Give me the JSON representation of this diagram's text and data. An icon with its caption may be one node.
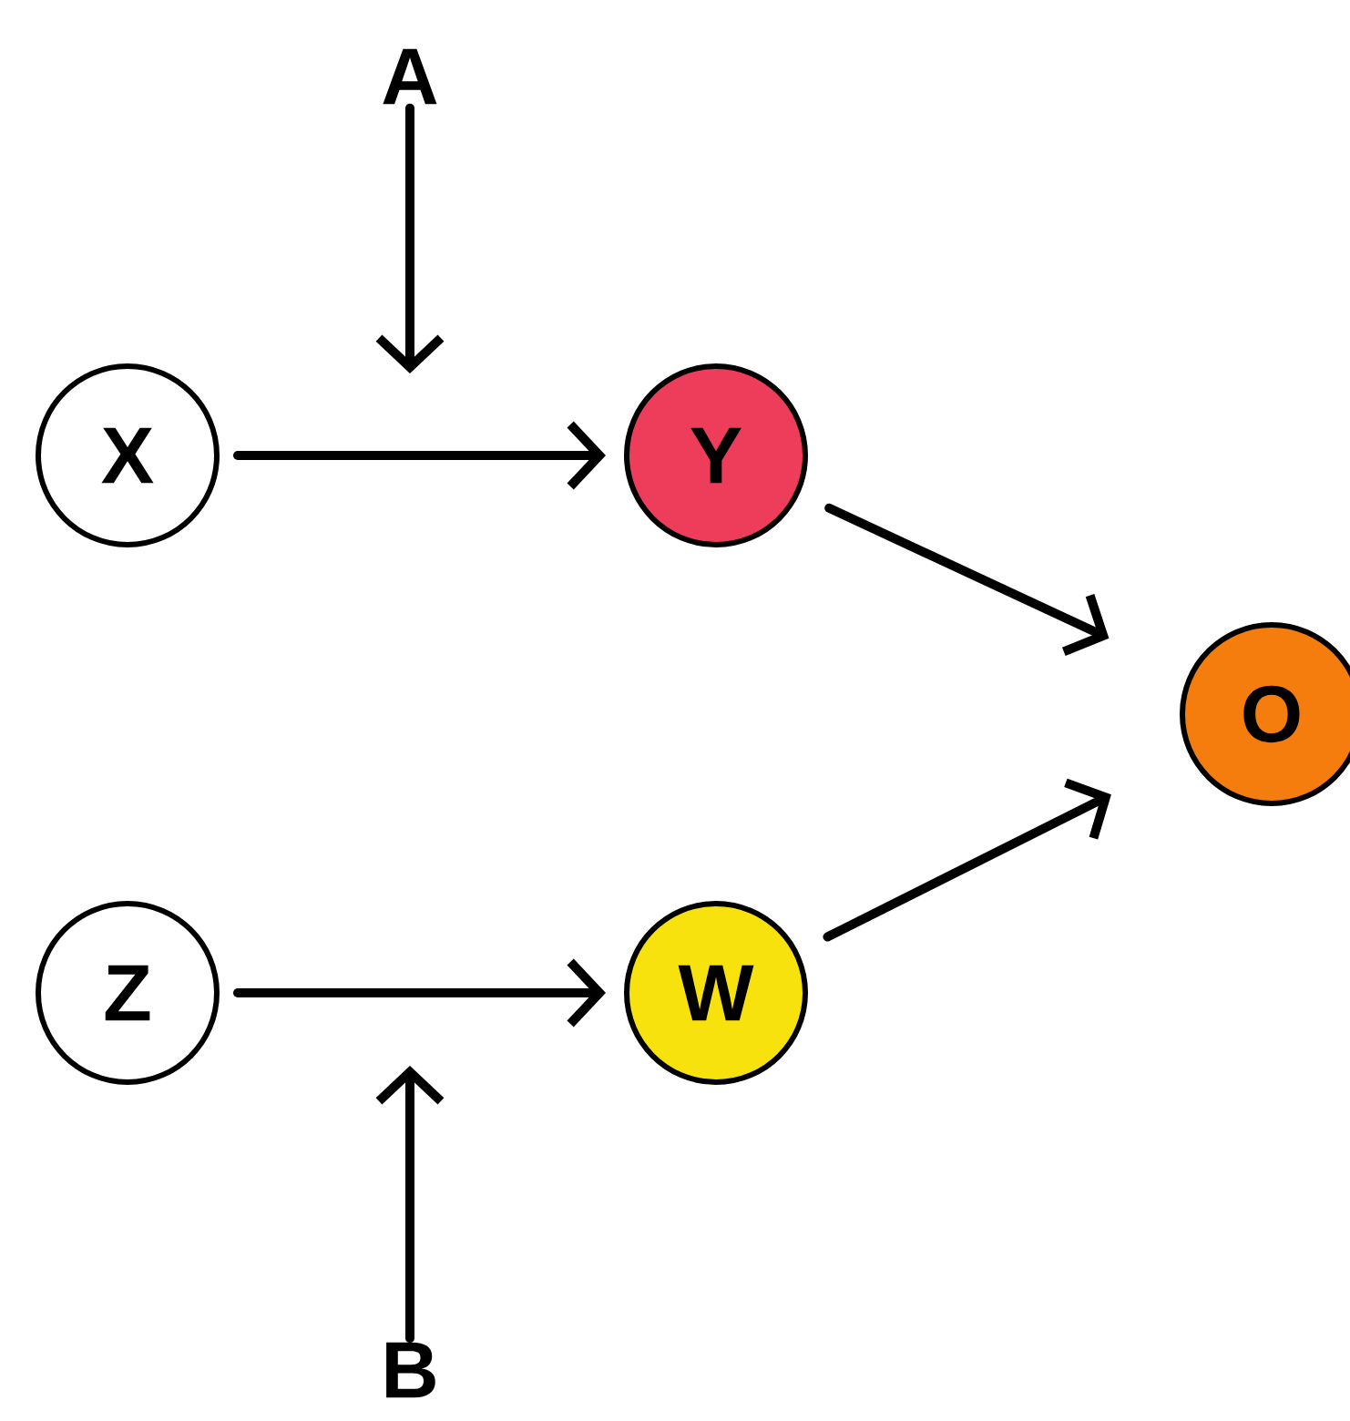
{
  "diagram": {
    "nodes": [
      {
        "text": [
          "A"
        ]
      },
      {
        "text": [
          "X"
        ]
      },
      {
        "text": [
          "Y"
        ]
      },
      {
        "text": [
          "O"
        ]
      },
      {
        "text": [
          "Z"
        ]
      },
      {
        "text": [
          "W"
        ]
      },
      {
        "text": [
          "B"
        ]
      }
    ],
    "edges": [
      {
        "from": 0,
        "to": null,
        "arrow": "to"
      },
      {
        "from": 1,
        "to": 2,
        "arrow": "to"
      },
      {
        "from": 2,
        "to": 3,
        "arrow": "to"
      },
      {
        "from": 4,
        "to": 5,
        "arrow": "to"
      },
      {
        "from": 5,
        "to": 3,
        "arrow": "to"
      },
      {
        "from": 6,
        "to": null,
        "arrow": "to"
      }
    ]
  }
}
